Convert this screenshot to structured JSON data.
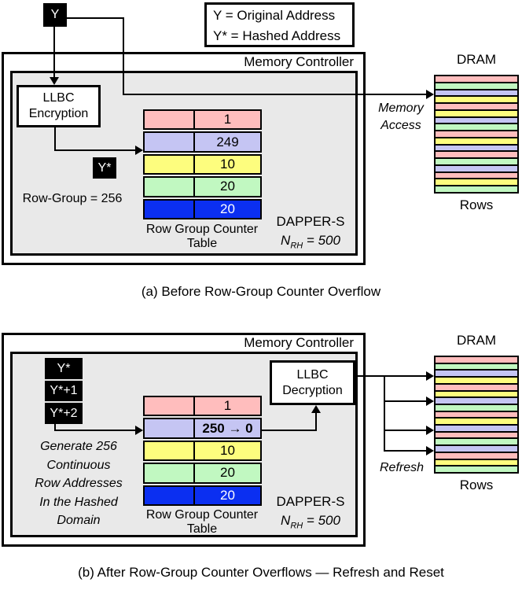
{
  "colors": {
    "pink": "#ffbdbd",
    "lavender": "#c5c5f3",
    "yellow": "#fdfd7e",
    "green": "#c1f8c1",
    "blue": "#0b2ff1",
    "panel_bg": "#e9e9e9"
  },
  "legend": {
    "line1": "Y = Original Address",
    "line2": "Y* = Hashed Address"
  },
  "input_address": "Y",
  "panel_a": {
    "controller_label": "Memory Controller",
    "encryption_box": {
      "line1": "LLBC",
      "line2": "Encryption"
    },
    "hashed_address": "Y*",
    "row_group_label": "Row-Group = 256",
    "counter_table": {
      "rows": [
        {
          "color": "pink",
          "value": "1"
        },
        {
          "color": "lavender",
          "value": "249"
        },
        {
          "color": "yellow",
          "value": "10"
        },
        {
          "color": "green",
          "value": "20"
        },
        {
          "color": "blue",
          "value": "20",
          "white_text": true
        }
      ],
      "caption_line1": "Row Group Counter",
      "caption_line2": "Table"
    },
    "scheme_label": "DAPPER-S",
    "nrh": {
      "n": "N",
      "sub": "RH",
      "eq": " = 500"
    },
    "memory_access": {
      "line1": "Memory",
      "line2": "Access"
    },
    "dram": {
      "title": "DRAM",
      "rows_label": "Rows",
      "stripes": [
        "pink",
        "green",
        "lavender",
        "yellow",
        "pink",
        "yellow",
        "lavender",
        "green",
        "pink",
        "yellow",
        "lavender",
        "pink",
        "green",
        "lavender",
        "pink",
        "yellow",
        "green"
      ]
    },
    "caption": "(a) Before Row-Group Counter Overflow"
  },
  "panel_b": {
    "controller_label": "Memory Controller",
    "address_boxes": [
      "Y*",
      "Y*+1",
      "Y*+2"
    ],
    "generate_note": [
      "Generate 256",
      "Continuous",
      "Row Addresses",
      "In the Hashed",
      "Domain"
    ],
    "counter_table": {
      "rows": [
        {
          "color": "pink",
          "value": "1"
        },
        {
          "color": "lavender",
          "value": "250 → 0",
          "bold": true
        },
        {
          "color": "yellow",
          "value": "10"
        },
        {
          "color": "green",
          "value": "20"
        },
        {
          "color": "blue",
          "value": "20",
          "white_text": true
        }
      ],
      "caption_line1": "Row Group Counter",
      "caption_line2": "Table"
    },
    "decryption_box": {
      "line1": "LLBC",
      "line2": "Decryption"
    },
    "scheme_label": "DAPPER-S",
    "nrh": {
      "n": "N",
      "sub": "RH",
      "eq": " = 500"
    },
    "refresh_label": "Refresh",
    "dram": {
      "title": "DRAM",
      "rows_label": "Rows",
      "stripes": [
        "pink",
        "green",
        "lavender",
        "yellow",
        "pink",
        "yellow",
        "lavender",
        "green",
        "pink",
        "yellow",
        "lavender",
        "pink",
        "green",
        "lavender",
        "pink",
        "yellow",
        "green"
      ]
    },
    "caption": "(b) After Row-Group Counter Overflows — Refresh and Reset"
  }
}
